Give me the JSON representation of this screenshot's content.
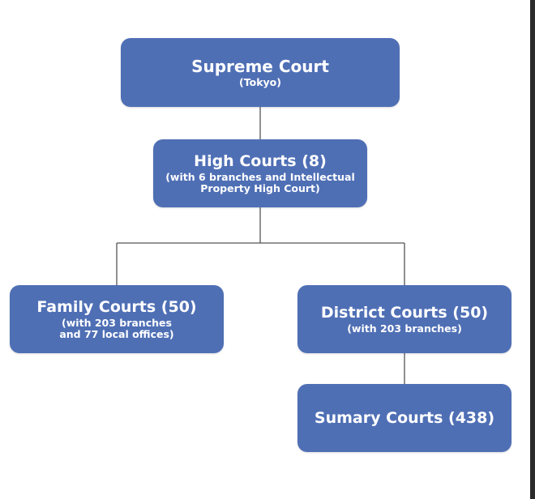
{
  "diagram": {
    "node_color": "#4f6fb5",
    "line_color": "#555555",
    "nodes": {
      "supreme": {
        "title": "Supreme Court",
        "subtitle": "(Tokyo)"
      },
      "high": {
        "title": "High Courts (8)",
        "subtitle": "(with 6 branches and Intellectual\nProperty High Court)"
      },
      "family": {
        "title": "Family Courts (50)",
        "subtitle": "(with 203 branches\nand 77 local offices)"
      },
      "district": {
        "title": "District Courts (50)",
        "subtitle": "(with 203 branches)"
      },
      "summary": {
        "title": "Sumary Courts (438)"
      }
    },
    "edges": [
      {
        "from": "supreme",
        "to": "high"
      },
      {
        "from": "high",
        "to": "family"
      },
      {
        "from": "high",
        "to": "district"
      },
      {
        "from": "district",
        "to": "summary"
      }
    ]
  }
}
